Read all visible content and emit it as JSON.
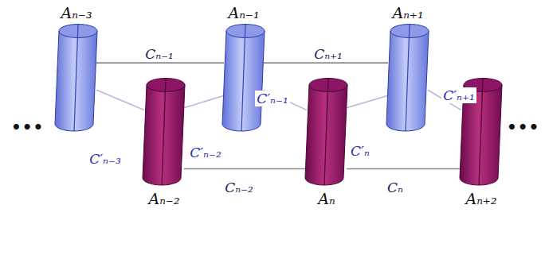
{
  "diagram": {
    "nodes": [
      {
        "text": [
          "Aₙ₋₃"
        ]
      },
      {
        "text": [
          "Aₙ₋₁"
        ]
      },
      {
        "text": [
          "Aₙ₊₁"
        ]
      },
      {
        "text": [
          "Aₙ₋₂"
        ]
      },
      {
        "text": [
          "Aₙ"
        ]
      },
      {
        "text": [
          "Aₙ₊₂"
        ]
      }
    ],
    "edges": [
      {
        "from": 0,
        "to": 1,
        "label": "Cₙ₋₁",
        "arrow": "none"
      },
      {
        "from": 1,
        "to": 2,
        "label": "Cₙ₊₁",
        "arrow": "none"
      },
      {
        "from": 3,
        "to": 4,
        "label": "Cₙ₋₂",
        "arrow": "none"
      },
      {
        "from": 4,
        "to": 5,
        "label": "Cₙ",
        "arrow": "none"
      },
      {
        "from": 0,
        "to": 3,
        "label": "C′ₙ₋₃",
        "arrow": "none"
      },
      {
        "from": 3,
        "to": 1,
        "label": "C′ₙ₋₂",
        "arrow": "none"
      },
      {
        "from": 1,
        "to": 4,
        "label": "C′ₙ₋₁",
        "arrow": "none"
      },
      {
        "from": 4,
        "to": 2,
        "label": "C′ₙ",
        "arrow": "none"
      },
      {
        "from": 2,
        "to": 5,
        "label": "C′ₙ₊₁",
        "arrow": "none"
      }
    ],
    "labels": [
      "•••",
      "•••"
    ]
  }
}
